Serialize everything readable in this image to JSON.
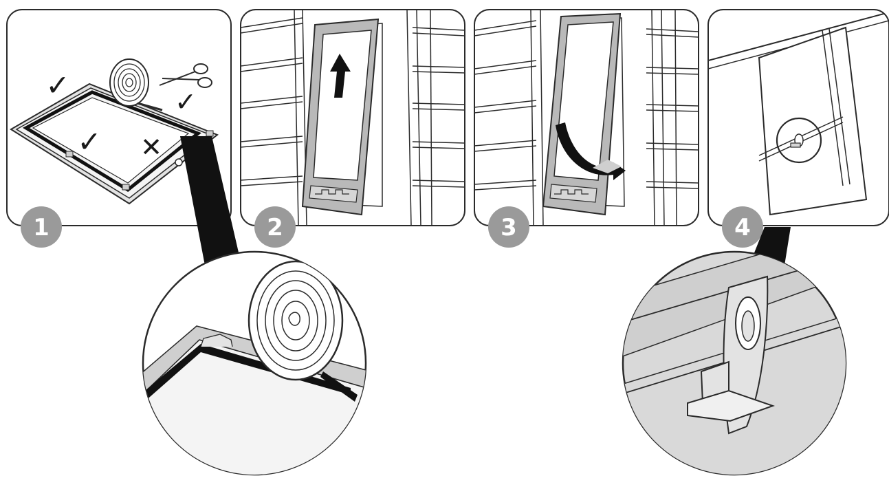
{
  "steps": [
    {
      "number": "1",
      "marks": [
        "✓",
        "✓",
        "✓",
        "✕"
      ]
    },
    {
      "number": "2"
    },
    {
      "number": "3"
    },
    {
      "number": "4"
    }
  ],
  "colors": {
    "outline": "#2a2a2a",
    "frame_fill": "#b9b9b9",
    "frame_light": "#d6d6d6",
    "badge": "#9a9a9a",
    "panel_bg": "#f4f4f4",
    "zoom_bg": "#d9d9d9",
    "seal": "#111111"
  },
  "icons": [
    "tape-roll-icon",
    "scissors-icon",
    "check-icon",
    "cross-icon",
    "arrow-up-icon",
    "curved-arrow-icon",
    "magnifier-circle",
    "latch-icon"
  ]
}
